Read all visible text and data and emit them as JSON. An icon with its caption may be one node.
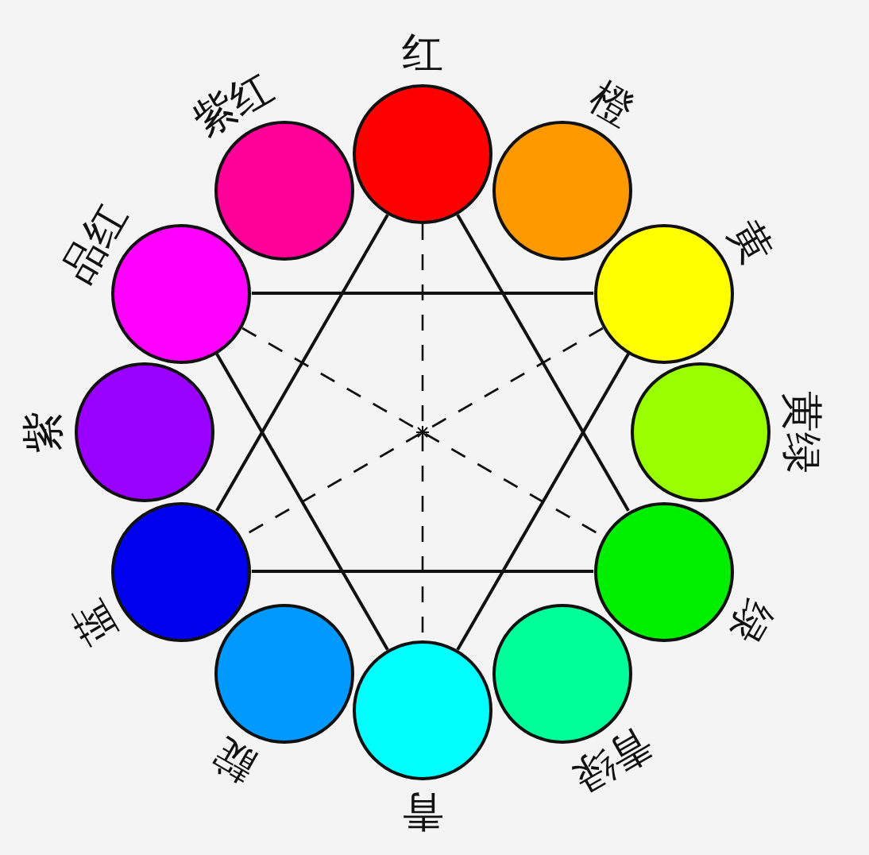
{
  "diagram": {
    "nodes": [
      {
        "text": [
          "红"
        ]
      },
      {
        "text": [
          "橙"
        ]
      },
      {
        "text": [
          "黄"
        ]
      },
      {
        "text": [
          "黄绿"
        ]
      },
      {
        "text": [
          "绿"
        ]
      },
      {
        "text": [
          "青绿"
        ]
      },
      {
        "text": [
          "青"
        ]
      },
      {
        "text": [
          "靛"
        ]
      },
      {
        "text": [
          "蓝"
        ]
      },
      {
        "text": [
          "紫"
        ]
      },
      {
        "text": [
          "品红"
        ]
      },
      {
        "text": [
          "紫红"
        ]
      }
    ],
    "edges": [
      {
        "from": 0,
        "to": 8,
        "arrow": "none"
      },
      {
        "from": 8,
        "to": 4,
        "arrow": "none"
      },
      {
        "from": 4,
        "to": 0,
        "arrow": "none"
      },
      {
        "from": 10,
        "to": 2,
        "arrow": "none"
      },
      {
        "from": 2,
        "to": 6,
        "arrow": "none"
      },
      {
        "from": 6,
        "to": 10,
        "arrow": "none"
      },
      {
        "from": 0,
        "to": 6,
        "arrow": "none",
        "style": "dashed"
      },
      {
        "from": 10,
        "to": 4,
        "arrow": "none",
        "style": "dashed"
      },
      {
        "from": 2,
        "to": 8,
        "arrow": "none",
        "style": "dashed"
      }
    ]
  }
}
